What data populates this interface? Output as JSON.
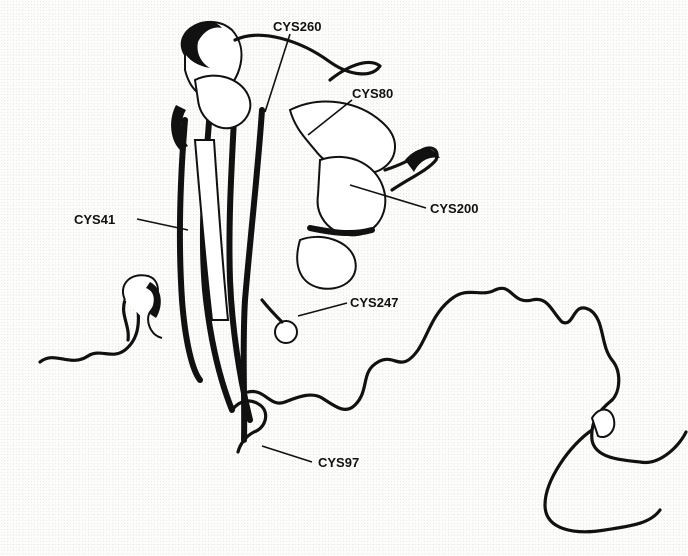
{
  "figure": {
    "type": "protein ribbon structure",
    "colors": {
      "ink": "#111111",
      "background": "#fdfdfb"
    },
    "labels": [
      {
        "id": "cys260",
        "text": "CYS260"
      },
      {
        "id": "cys80",
        "text": "CYS80"
      },
      {
        "id": "cys200",
        "text": "CYS200"
      },
      {
        "id": "cys41",
        "text": "CYS41"
      },
      {
        "id": "cys247",
        "text": "CYS247"
      },
      {
        "id": "cys97",
        "text": "CYS97"
      }
    ]
  }
}
